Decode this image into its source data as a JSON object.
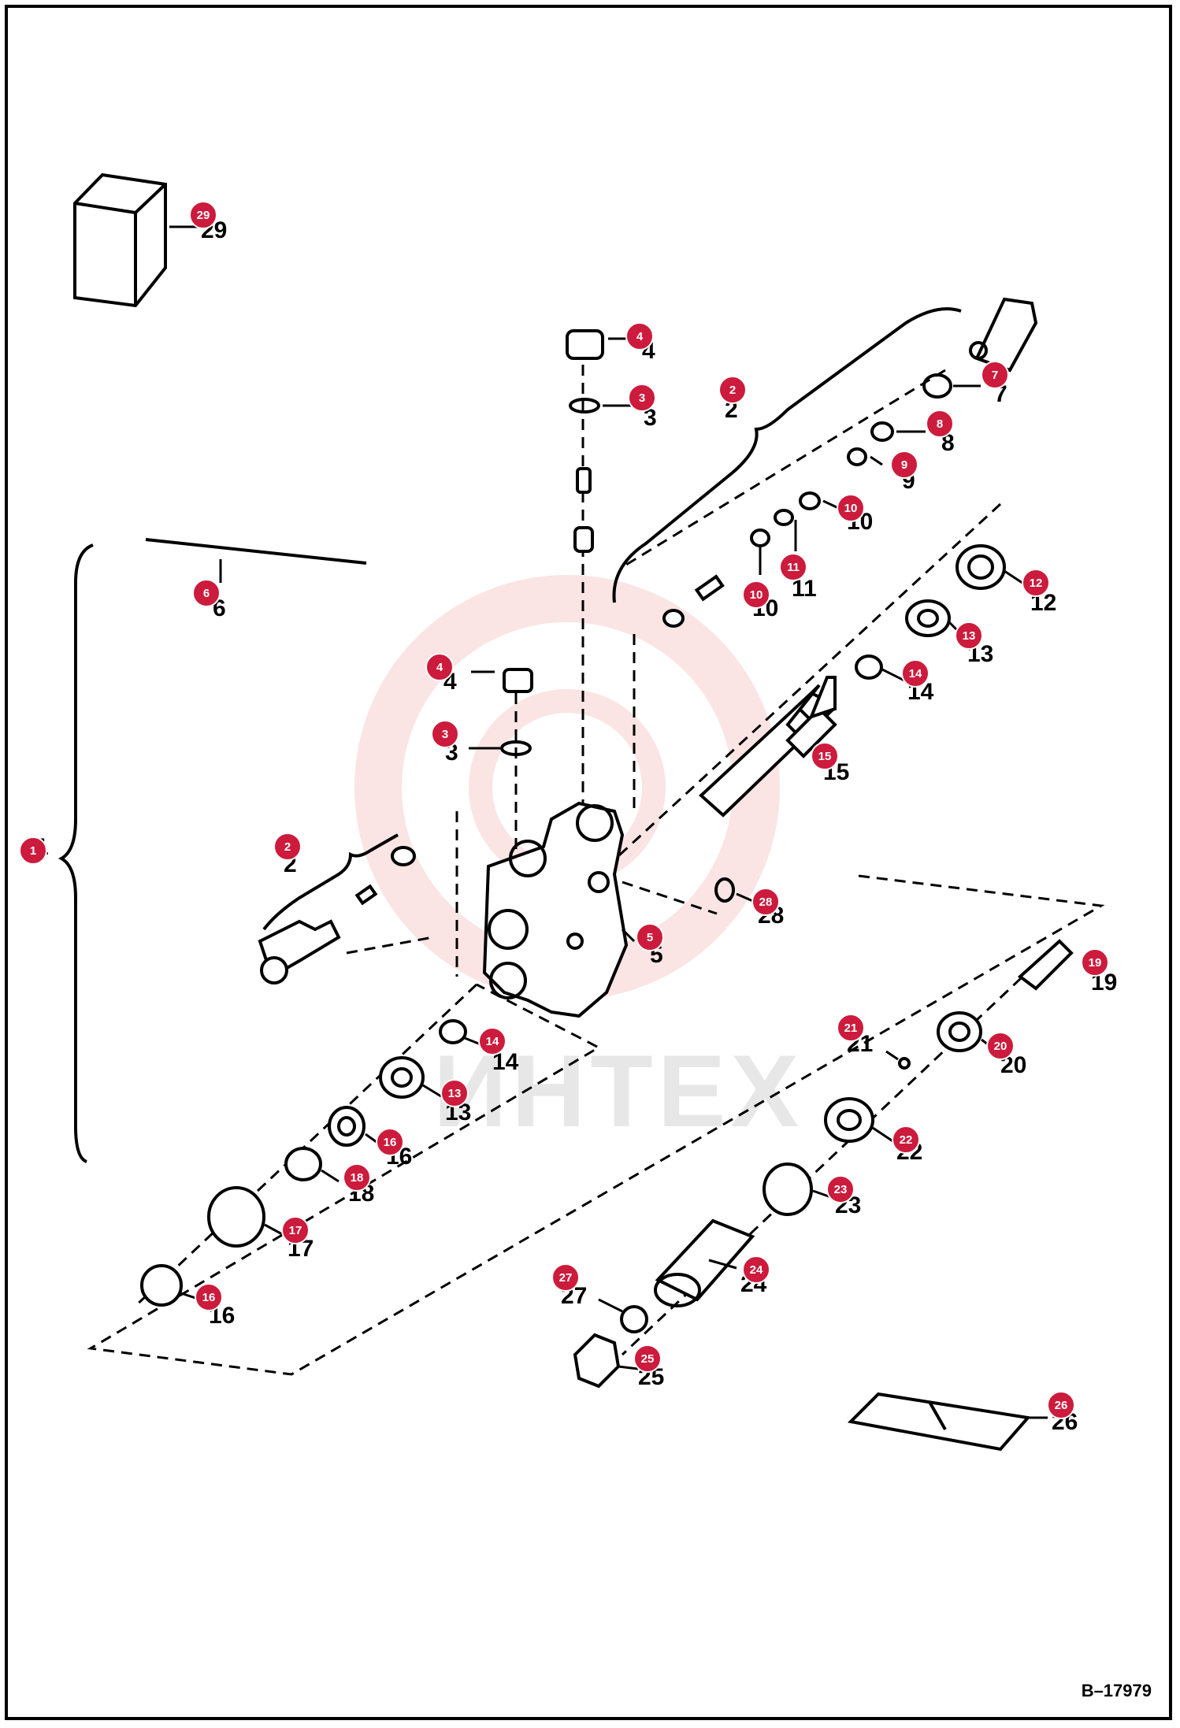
{
  "watermark_text": "ИНТЕХ",
  "drawing_id": "B–17979",
  "colors": {
    "callout": "#cc1b3c",
    "line": "#000000",
    "watermark": "#f3b3b3"
  },
  "callouts": [
    {
      "id": "c29",
      "num": "29"
    },
    {
      "id": "c4a",
      "num": "4"
    },
    {
      "id": "c3a",
      "num": "3"
    },
    {
      "id": "c2a",
      "num": "2"
    },
    {
      "id": "c7",
      "num": "7"
    },
    {
      "id": "c8",
      "num": "8"
    },
    {
      "id": "c9",
      "num": "9"
    },
    {
      "id": "c10a",
      "num": "10"
    },
    {
      "id": "c11",
      "num": "11"
    },
    {
      "id": "c10b",
      "num": "10"
    },
    {
      "id": "c6",
      "num": "6"
    },
    {
      "id": "c12",
      "num": "12"
    },
    {
      "id": "c13a",
      "num": "13"
    },
    {
      "id": "c14a",
      "num": "14"
    },
    {
      "id": "c4b",
      "num": "4"
    },
    {
      "id": "c3b",
      "num": "3"
    },
    {
      "id": "c15",
      "num": "15"
    },
    {
      "id": "c1",
      "num": "1"
    },
    {
      "id": "c2b",
      "num": "2"
    },
    {
      "id": "c28",
      "num": "28"
    },
    {
      "id": "c5",
      "num": "5"
    },
    {
      "id": "c19",
      "num": "19"
    },
    {
      "id": "c14b",
      "num": "14"
    },
    {
      "id": "c21",
      "num": "21"
    },
    {
      "id": "c20",
      "num": "20"
    },
    {
      "id": "c13b",
      "num": "13"
    },
    {
      "id": "c16a",
      "num": "16"
    },
    {
      "id": "c22",
      "num": "22"
    },
    {
      "id": "c18",
      "num": "18"
    },
    {
      "id": "c23",
      "num": "23"
    },
    {
      "id": "c17",
      "num": "17"
    },
    {
      "id": "c24",
      "num": "24"
    },
    {
      "id": "c27",
      "num": "27"
    },
    {
      "id": "c16b",
      "num": "16"
    },
    {
      "id": "c25",
      "num": "25"
    },
    {
      "id": "c26",
      "num": "26"
    }
  ]
}
